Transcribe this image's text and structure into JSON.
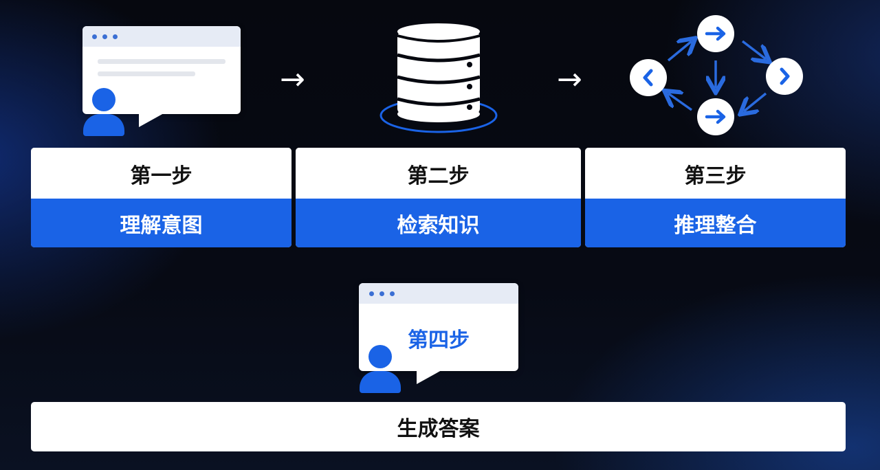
{
  "steps": [
    {
      "step_label": "第一步",
      "action_label": "理解意图",
      "icon": "chat-user-icon"
    },
    {
      "step_label": "第二步",
      "action_label": "检索知识",
      "icon": "database-icon"
    },
    {
      "step_label": "第三步",
      "action_label": "推理整合",
      "icon": "reasoning-cycle-icon"
    }
  ],
  "step4": {
    "step_label": "第四步",
    "action_label": "生成答案",
    "icon": "chat-user-icon"
  },
  "colors": {
    "accent_blue": "#1a63e6",
    "card_white": "#ffffff",
    "background": "#070a14"
  }
}
